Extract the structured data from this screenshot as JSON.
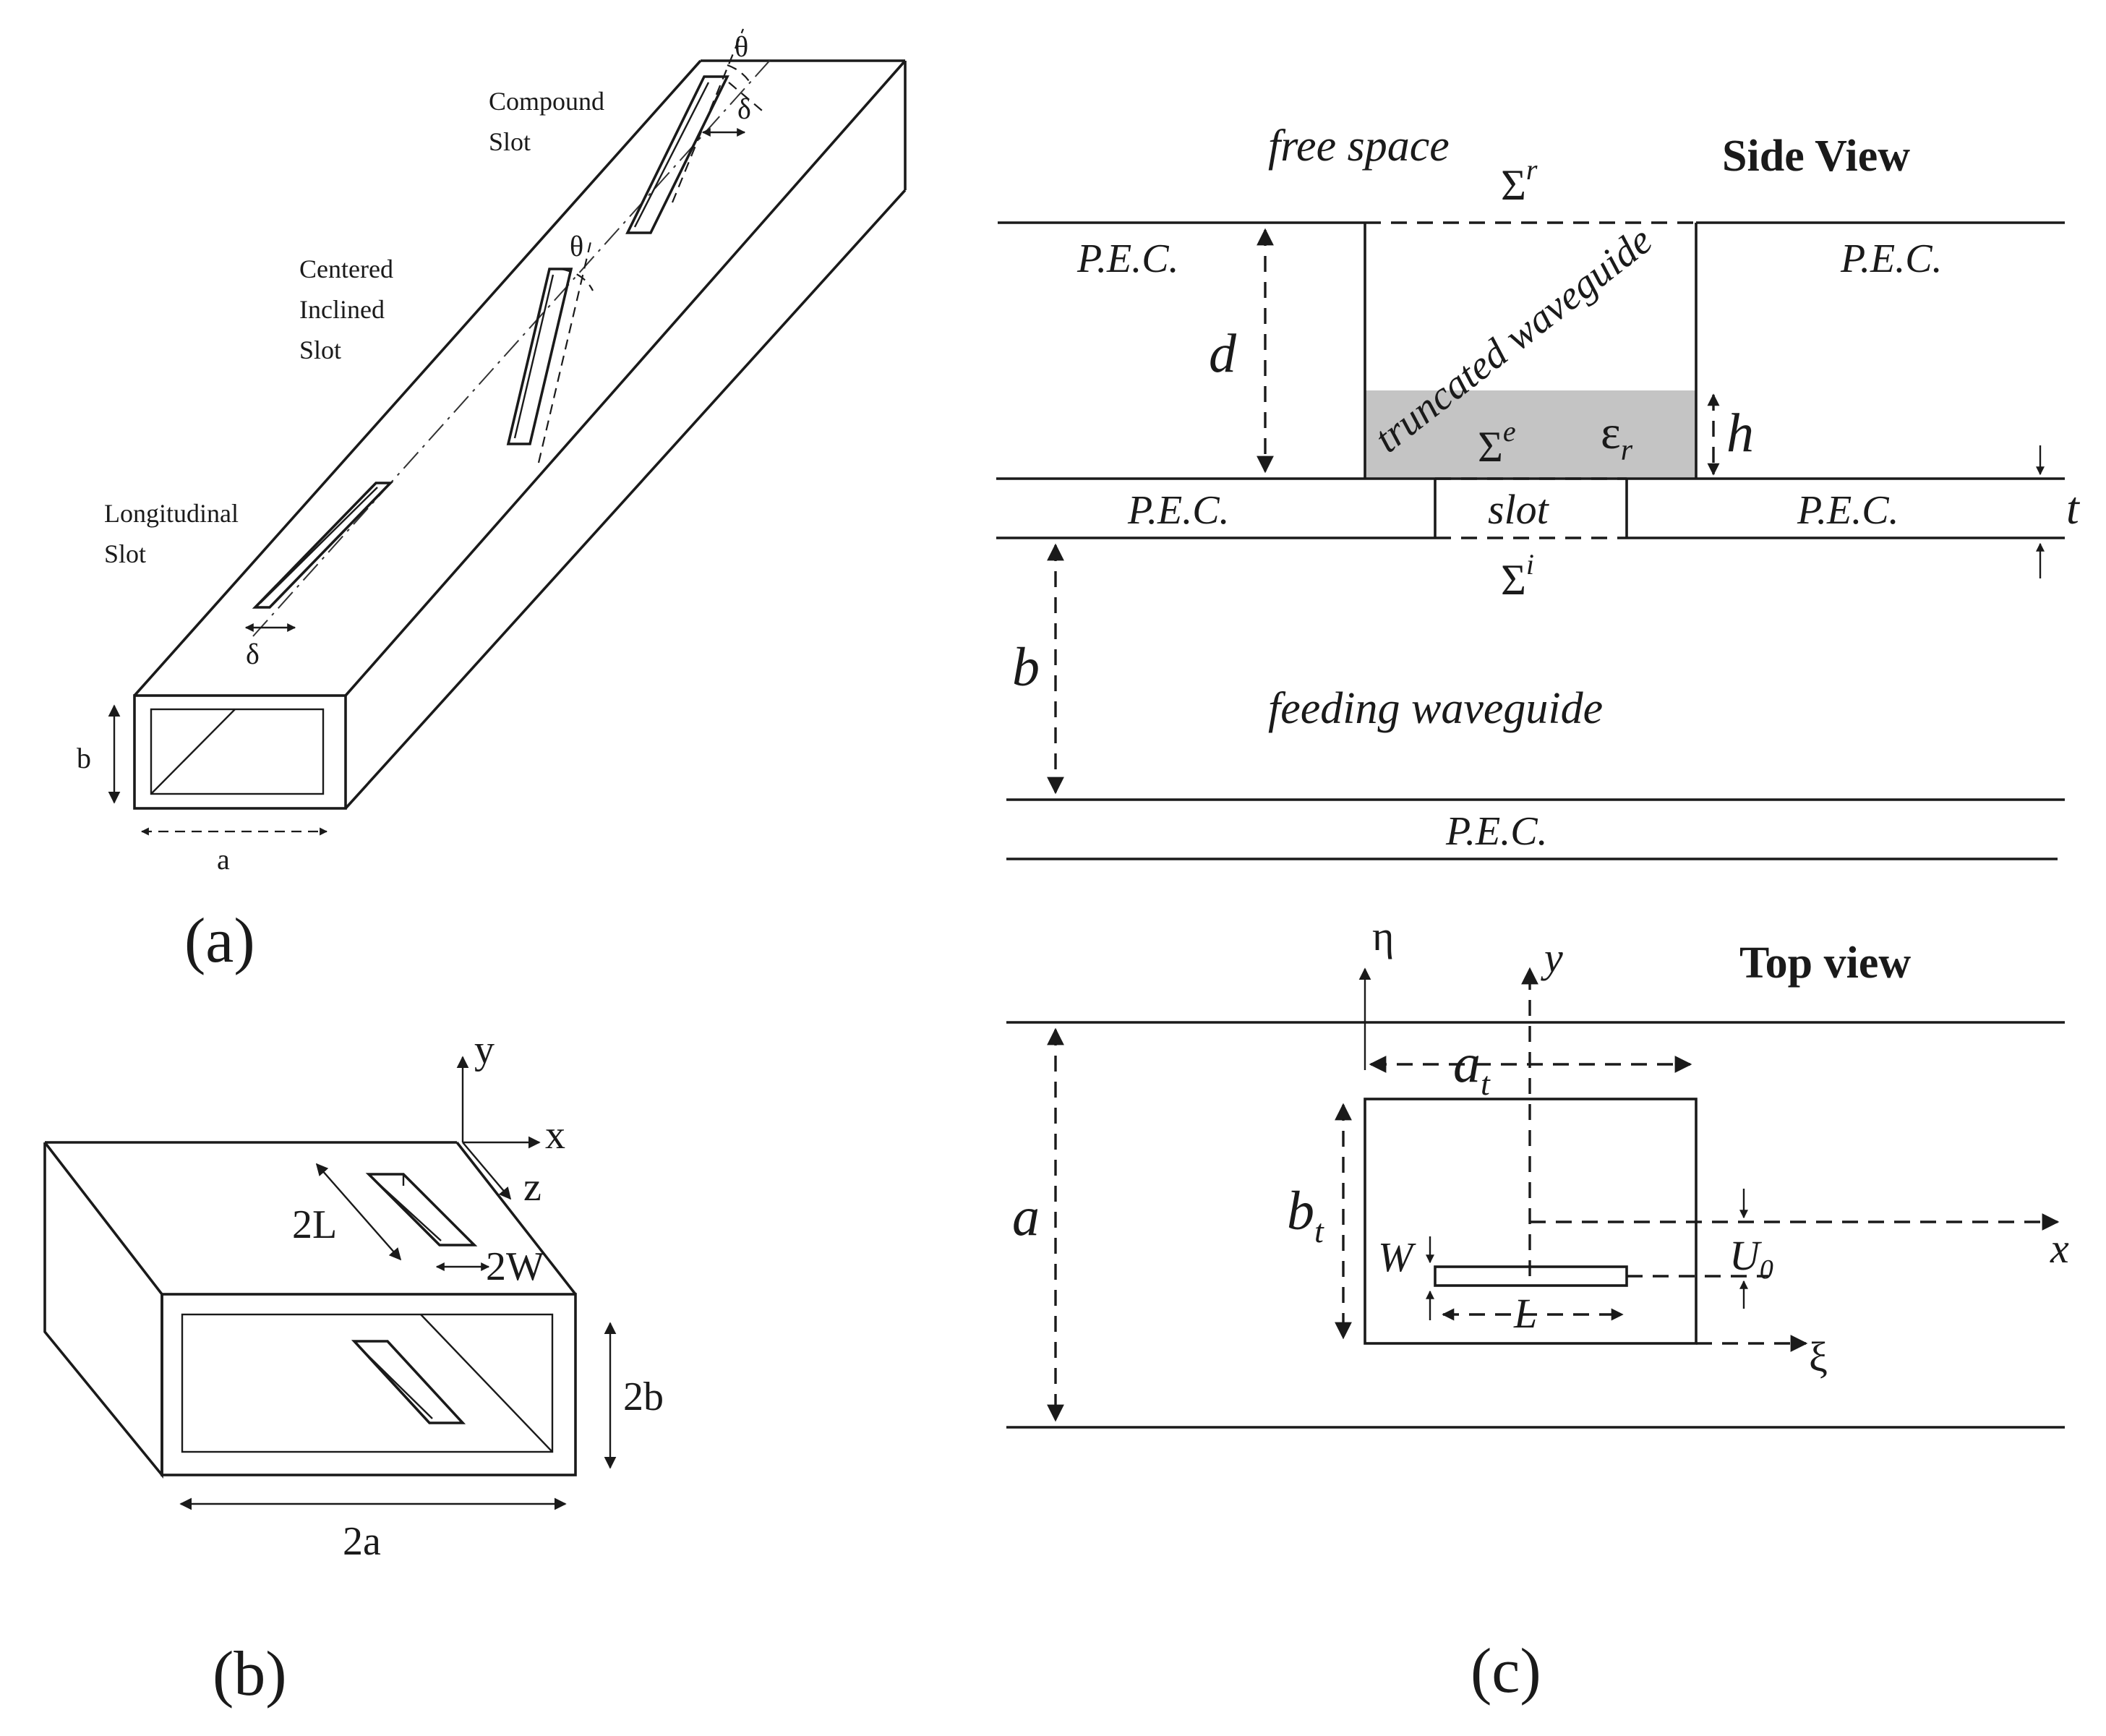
{
  "panel_a": {
    "caption": "(a)",
    "label_compound": [
      "Compound",
      "Slot"
    ],
    "label_inclined": [
      "Centered",
      "Inclined",
      "Slot"
    ],
    "label_longitudinal": [
      "Longitudinal",
      "Slot"
    ],
    "theta_top": "θ",
    "theta_mid": "θ",
    "delta_top": "δ",
    "delta_bottom": "δ",
    "dim_b": "b",
    "dim_a": "a"
  },
  "panel_b": {
    "caption": "(b)",
    "axis_y": "y",
    "axis_x": "x",
    "axis_z": "z",
    "dim_2L": "2L",
    "dim_2W": "2W",
    "dim_2b": "2b",
    "dim_2a": "2a"
  },
  "panel_c": {
    "caption": "(c)",
    "side_view": {
      "title": "Side View",
      "free_space": "free space",
      "sigma_r_base": "Σ",
      "sigma_r_sup": "r",
      "pec_top_left": "P.E.C.",
      "pec_top_right": "P.E.C.",
      "truncated_waveguide": "truncated waveguide",
      "dim_d": "d",
      "dim_h": "h",
      "sigma_e_base": "Σ",
      "sigma_e_sup": "e",
      "eps_base": "ε",
      "eps_sub": "r",
      "pec_mid_left": "P.E.C.",
      "slot": "slot",
      "pec_mid_right": "P.E.C.",
      "dim_t": "t",
      "sigma_i_base": "Σ",
      "sigma_i_sup": "i",
      "dim_b": "b",
      "feeding_waveguide": "feeding waveguide",
      "pec_bottom": "P.E.C."
    },
    "top_view": {
      "title": "Top view",
      "eta": "η",
      "axis_y": "y",
      "at_base": "a",
      "at_sub": "t",
      "bt_base": "b",
      "bt_sub": "t",
      "dim_a": "a",
      "dim_W": "W",
      "dim_L": "L",
      "u0_base": "U",
      "u0_sub": "0",
      "axis_x": "x",
      "xi": "ξ"
    }
  }
}
